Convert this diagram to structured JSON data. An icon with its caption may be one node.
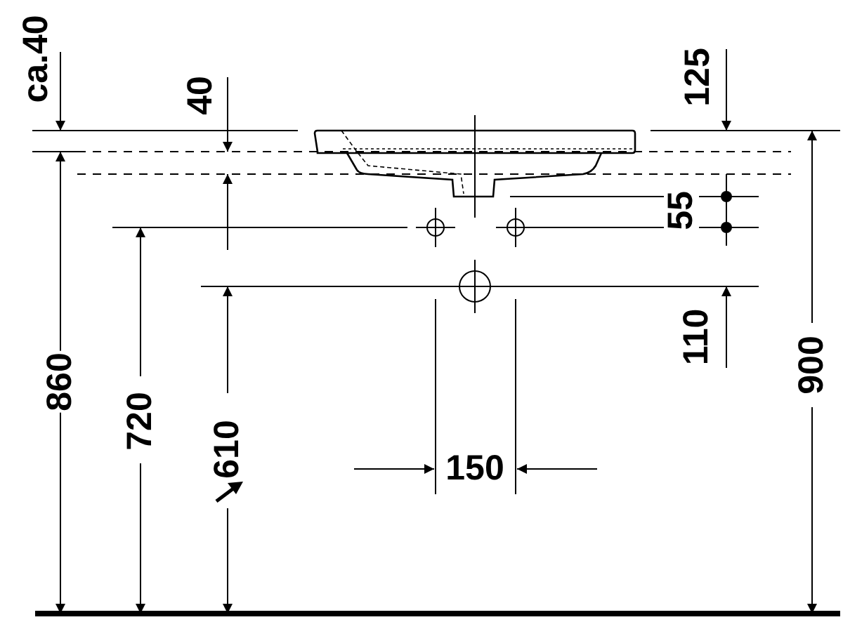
{
  "diagram": {
    "labels": [
      "ca.40",
      "40",
      "125",
      "55",
      "860",
      "720",
      "610",
      "110",
      "900",
      "150"
    ]
  }
}
